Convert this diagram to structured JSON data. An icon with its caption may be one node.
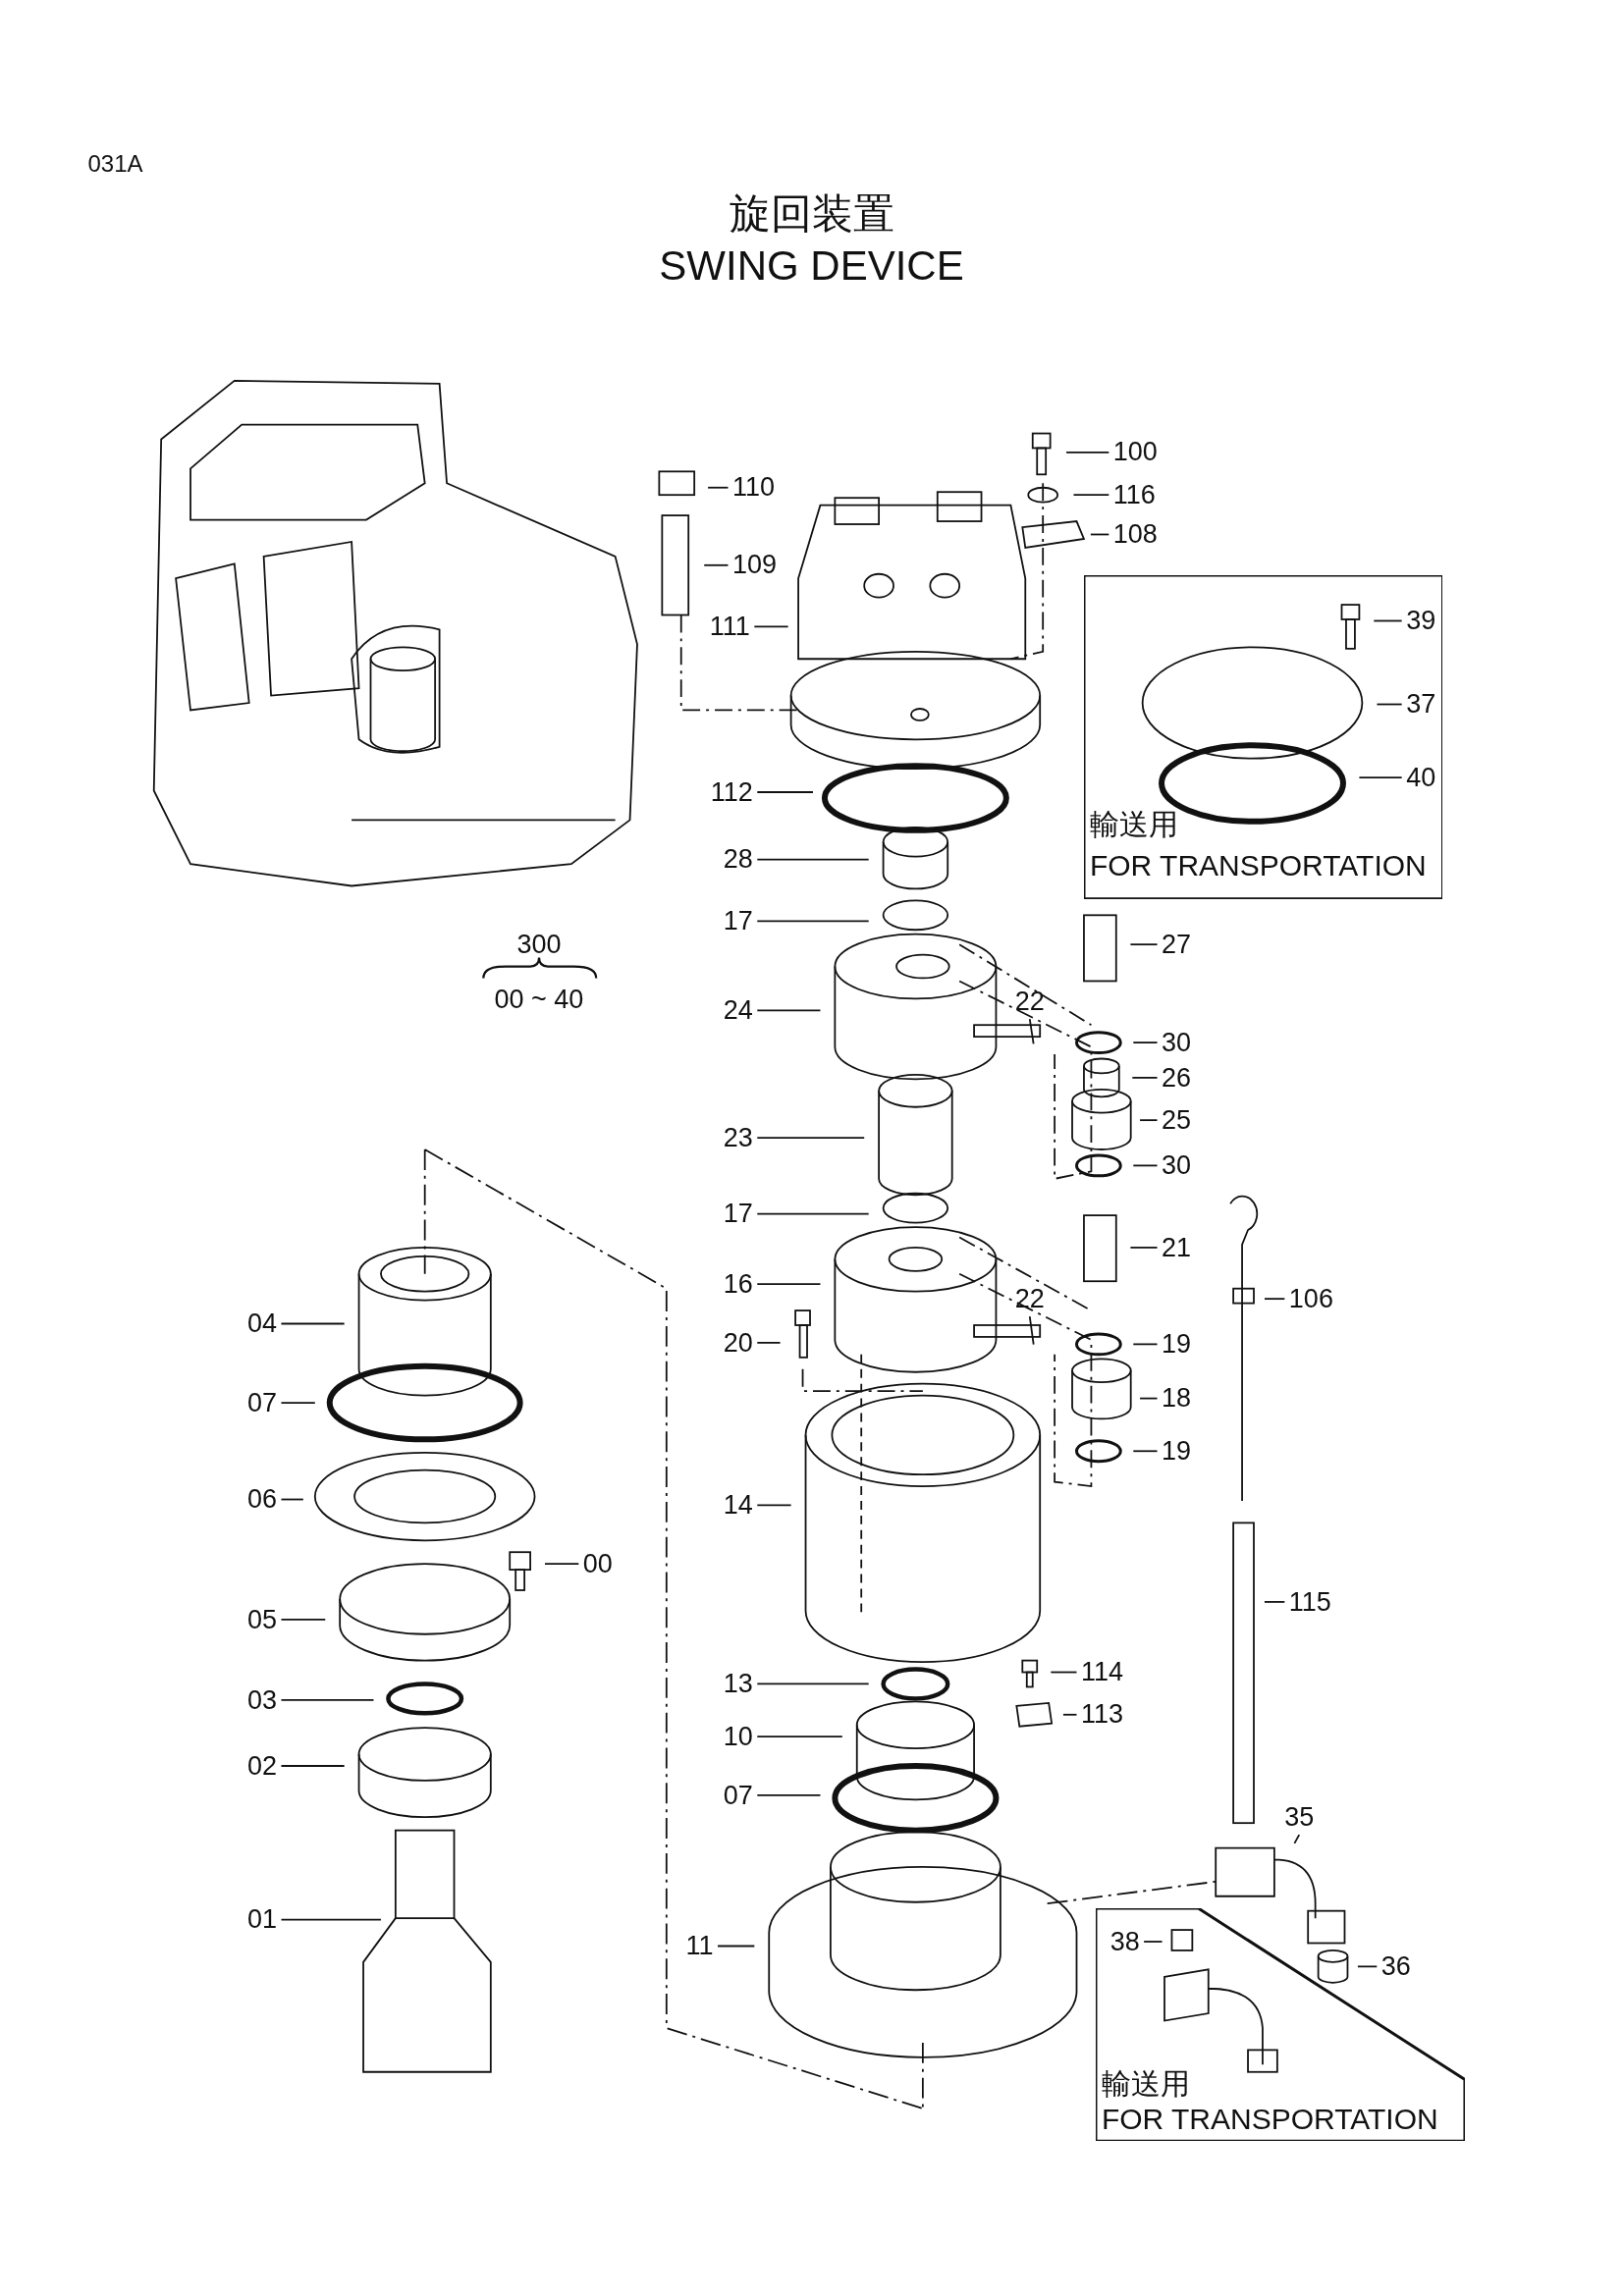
{
  "diagram": {
    "title": "旋回装置 SWING DEVICE",
    "nodes": [
      {
        "text": [
          "輸送用",
          "FOR TRANSPORTATION"
        ]
      },
      {
        "text": [
          "輸送用",
          "FOR TRANSPORTATION"
        ]
      },
      {
        "text": [
          "100"
        ]
      },
      {
        "text": [
          "110"
        ]
      },
      {
        "text": [
          "116"
        ]
      },
      {
        "text": [
          "108"
        ]
      },
      {
        "text": [
          "109"
        ]
      },
      {
        "text": [
          "111"
        ]
      },
      {
        "text": [
          "39"
        ],
        "in": 0
      },
      {
        "text": [
          "37"
        ],
        "in": 0
      },
      {
        "text": [
          "40"
        ],
        "in": 0
      },
      {
        "text": [
          "112"
        ]
      },
      {
        "text": [
          "28"
        ]
      },
      {
        "text": [
          "17"
        ]
      },
      {
        "text": [
          "27"
        ]
      },
      {
        "text": [
          "24"
        ]
      },
      {
        "text": [
          "22"
        ]
      },
      {
        "text": [
          "30"
        ]
      },
      {
        "text": [
          "26"
        ]
      },
      {
        "text": [
          "25"
        ]
      },
      {
        "text": [
          "23"
        ]
      },
      {
        "text": [
          "30"
        ]
      },
      {
        "text": [
          "17"
        ]
      },
      {
        "text": [
          "21"
        ]
      },
      {
        "text": [
          "16"
        ]
      },
      {
        "text": [
          "106"
        ]
      },
      {
        "text": [
          "04"
        ]
      },
      {
        "text": [
          "20"
        ]
      },
      {
        "text": [
          "22"
        ]
      },
      {
        "text": [
          "19"
        ]
      },
      {
        "text": [
          "07"
        ]
      },
      {
        "text": [
          "18"
        ]
      },
      {
        "text": [
          "19"
        ]
      },
      {
        "text": [
          "06"
        ]
      },
      {
        "text": [
          "14"
        ]
      },
      {
        "text": [
          "00"
        ]
      },
      {
        "text": [
          "115"
        ]
      },
      {
        "text": [
          "05"
        ]
      },
      {
        "text": [
          "114"
        ]
      },
      {
        "text": [
          "13"
        ]
      },
      {
        "text": [
          "03"
        ]
      },
      {
        "text": [
          "113"
        ]
      },
      {
        "text": [
          "10"
        ]
      },
      {
        "text": [
          "02"
        ]
      },
      {
        "text": [
          "07"
        ]
      },
      {
        "text": [
          "35"
        ]
      },
      {
        "text": [
          "01"
        ]
      },
      {
        "text": [
          "11"
        ]
      },
      {
        "text": [
          "38"
        ],
        "in": 1
      },
      {
        "text": [
          "36"
        ]
      }
    ],
    "edges": [
      {
        "from": 2,
        "to": null,
        "arrow": "none"
      },
      {
        "from": 3,
        "to": null,
        "arrow": "none"
      },
      {
        "from": 4,
        "to": null,
        "arrow": "none"
      },
      {
        "from": 5,
        "to": null,
        "arrow": "none"
      },
      {
        "from": 6,
        "to": null,
        "arrow": "none"
      },
      {
        "from": 7,
        "to": null,
        "arrow": "none"
      },
      {
        "from": 8,
        "to": null,
        "arrow": "none"
      },
      {
        "from": 9,
        "to": null,
        "arrow": "none"
      },
      {
        "from": 10,
        "to": null,
        "arrow": "none"
      },
      {
        "from": 11,
        "to": null,
        "arrow": "none"
      },
      {
        "from": 12,
        "to": null,
        "arrow": "none"
      },
      {
        "from": 13,
        "to": null,
        "arrow": "none"
      },
      {
        "from": 14,
        "to": null,
        "arrow": "none"
      },
      {
        "from": 15,
        "to": null,
        "arrow": "none"
      },
      {
        "from": 16,
        "to": null,
        "arrow": "none"
      },
      {
        "from": 17,
        "to": null,
        "arrow": "none"
      },
      {
        "from": 18,
        "to": null,
        "arrow": "none"
      },
      {
        "from": 19,
        "to": null,
        "arrow": "none"
      },
      {
        "from": 20,
        "to": null,
        "arrow": "none"
      },
      {
        "from": 21,
        "to": null,
        "arrow": "none"
      },
      {
        "from": 22,
        "to": null,
        "arrow": "none"
      },
      {
        "from": 23,
        "to": null,
        "arrow": "none"
      },
      {
        "from": 24,
        "to": null,
        "arrow": "none"
      },
      {
        "from": 25,
        "to": null,
        "arrow": "none"
      },
      {
        "from": 26,
        "to": null,
        "arrow": "none"
      },
      {
        "from": 27,
        "to": null,
        "arrow": "none"
      },
      {
        "from": 28,
        "to": null,
        "arrow": "none"
      },
      {
        "from": 29,
        "to": null,
        "arrow": "none"
      },
      {
        "from": 30,
        "to": null,
        "arrow": "none"
      },
      {
        "from": 31,
        "to": null,
        "arrow": "none"
      },
      {
        "from": 32,
        "to": null,
        "arrow": "none"
      },
      {
        "from": 33,
        "to": null,
        "arrow": "none"
      },
      {
        "from": 34,
        "to": null,
        "arrow": "none"
      },
      {
        "from": 35,
        "to": null,
        "arrow": "none"
      },
      {
        "from": 36,
        "to": null,
        "arrow": "none"
      },
      {
        "from": 37,
        "to": null,
        "arrow": "none"
      },
      {
        "from": 38,
        "to": null,
        "arrow": "none"
      },
      {
        "from": 39,
        "to": null,
        "arrow": "none"
      },
      {
        "from": 40,
        "to": null,
        "arrow": "none"
      },
      {
        "from": 41,
        "to": null,
        "arrow": "none"
      },
      {
        "from": 42,
        "to": null,
        "arrow": "none"
      },
      {
        "from": 43,
        "to": null,
        "arrow": "none"
      },
      {
        "from": 44,
        "to": null,
        "arrow": "none"
      },
      {
        "from": 45,
        "to": null,
        "arrow": "none"
      },
      {
        "from": 46,
        "to": null,
        "arrow": "none"
      },
      {
        "from": 47,
        "to": null,
        "arrow": "none"
      },
      {
        "from": 48,
        "to": null,
        "arrow": "none"
      },
      {
        "from": 49,
        "to": null,
        "arrow": "none"
      }
    ],
    "labels": [
      "031A",
      "300",
      "00 ~ 40"
    ]
  }
}
